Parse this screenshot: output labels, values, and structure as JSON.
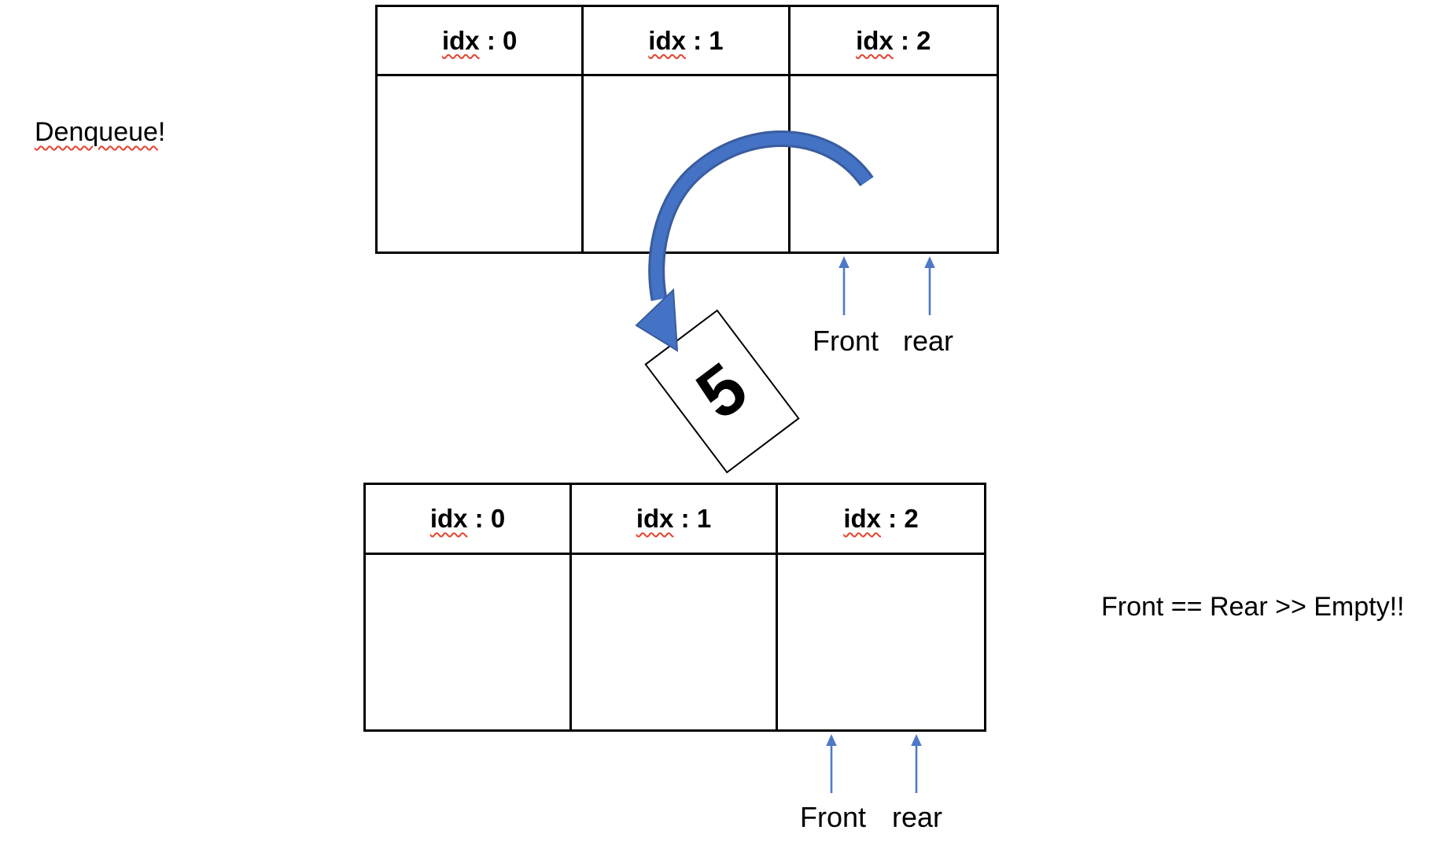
{
  "title": {
    "word": "Denqueue",
    "punct": "!"
  },
  "tables": [
    {
      "name": "queue-before-dequeue",
      "headers": [
        {
          "term": "idx",
          "rest": " : 0"
        },
        {
          "term": "idx",
          "rest": " : 1"
        },
        {
          "term": "idx",
          "rest": " : 2"
        }
      ],
      "cells": [
        "",
        "",
        ""
      ]
    },
    {
      "name": "queue-after-dequeue",
      "headers": [
        {
          "term": "idx",
          "rest": " : 0"
        },
        {
          "term": "idx",
          "rest": " : 1"
        },
        {
          "term": "idx",
          "rest": " : 2"
        }
      ],
      "cells": [
        "",
        "",
        ""
      ]
    }
  ],
  "pointer_labels": {
    "front": "Front",
    "rear": "rear"
  },
  "dequeued_card": {
    "value": "5"
  },
  "note": "Front == Rear >> Empty!!",
  "icons": {
    "dequeue_arrow": "curved-arrow-icon",
    "pointer": "up-arrow-icon"
  },
  "colors": {
    "arrow_blue": "#4472C4",
    "arrow_blue_dark": "#3A5C9E",
    "pointer_blue": "#4E79C9",
    "squiggle_red": "#E5432E",
    "ink": "#000000"
  }
}
